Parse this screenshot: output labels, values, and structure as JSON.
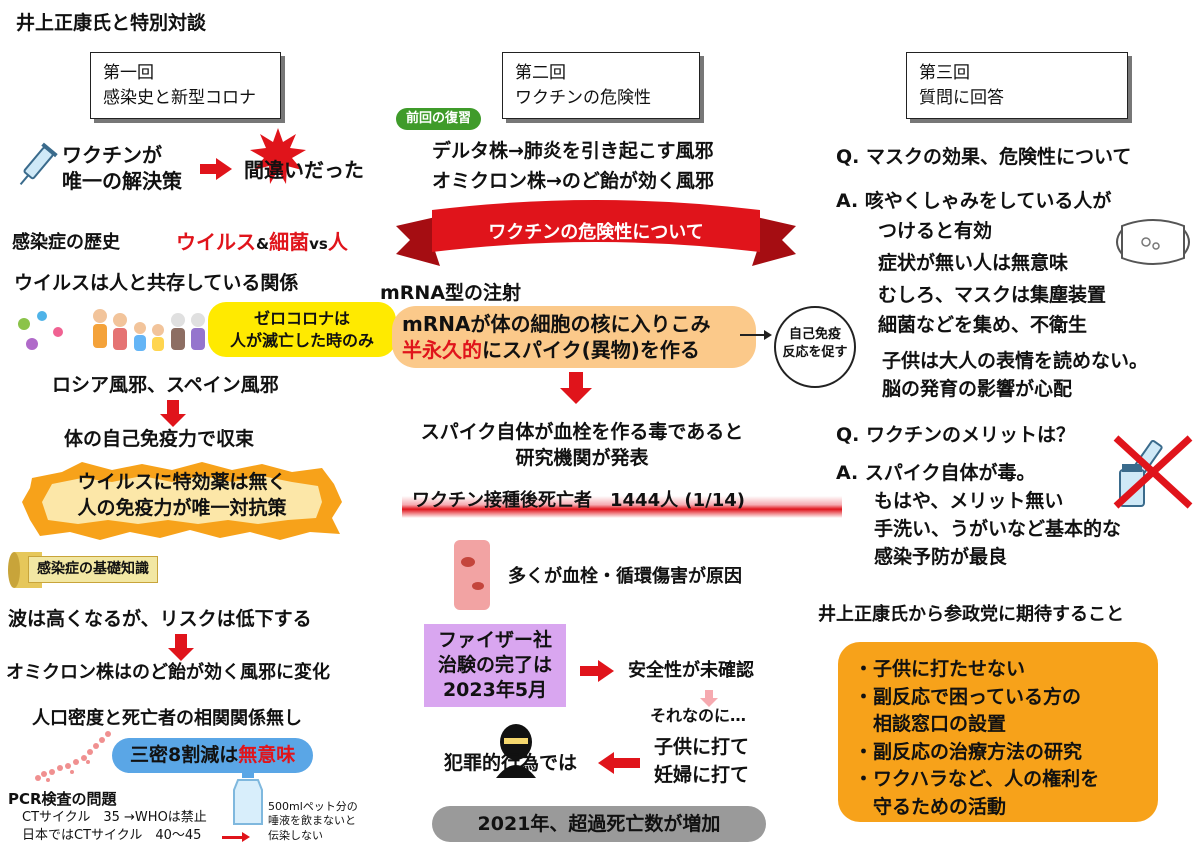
{
  "title": "井上正康氏と特別対談",
  "col1": {
    "header_l1": "第一回",
    "header_l2": "感染史と新型コロナ",
    "vaccine_l1": "ワクチンが",
    "vaccine_l2": "唯一の解決策",
    "mistake": "間違いだった",
    "history_label": "感染症の歴史",
    "history_virus": "ウイルス",
    "history_amp": "&",
    "history_bacteria": "細菌",
    "history_vs": "vs",
    "history_human": "人",
    "coexist": "ウイルスは人と共存している関係",
    "zerocovid_l1": "ゼロコロナは",
    "zerocovid_l2": "人が滅亡した時のみ",
    "flu": "ロシア風邪、スペイン風邪",
    "immunity": "体の自己免疫力で収束",
    "nodrug_l1": "ウイルスに特効薬は無く",
    "nodrug_l2": "人の免疫力が唯一対抗策",
    "basics": "感染症の基礎知識",
    "wave": "波は高くなるが、リスクは低下する",
    "omicron": "オミクロン株はのど飴が効く風邪に変化",
    "density": "人口密度と死亡者の相関関係無し",
    "sanmitsu_a": "三密8割減は",
    "sanmitsu_b": "無意味",
    "pcr_title": "PCR検査の問題",
    "pcr_l1": "CTサイクル　35 →WHOは禁止",
    "pcr_l2": "日本ではCTサイクル　40〜45",
    "bottle_l1": "500mlペット分の",
    "bottle_l2": "唾液を飲まないと",
    "bottle_l3": "伝染しない"
  },
  "col2": {
    "header_l1": "第二回",
    "header_l2": "ワクチンの危険性",
    "review": "前回の復習",
    "delta": "デルタ株→肺炎を引き起こす風邪",
    "omicron": "オミクロン株→のど飴が効く風邪",
    "ribbon": "ワクチンの危険性について",
    "mrna_title": "mRNA型の注射",
    "mrna_l1": "mRNAが体の細胞の核に入りこみ",
    "mrna_l2a": "半永久的",
    "mrna_l2b": "にスパイク(異物)を作る",
    "autoimmune_l1": "自己免疫",
    "autoimmune_l2": "反応を促す",
    "spike_l1": "スパイク自体が血栓を作る毒であると",
    "spike_l2": "研究機関が発表",
    "deaths": "ワクチン接種後死亡者　1444人 (1/14)",
    "cause": "多くが血栓・循環傷害が原因",
    "pfizer_l1": "ファイザー社",
    "pfizer_l2": "治験の完了は",
    "pfizer_l3": "2023年5月",
    "unconfirmed": "安全性が未確認",
    "nevertheless": "それなのに…",
    "child": "子供に打て",
    "pregnant": "妊婦に打て",
    "crime": "犯罪的行為では",
    "excess": "2021年、超過死亡数が増加"
  },
  "col3": {
    "header_l1": "第三回",
    "header_l2": "質問に回答",
    "q1": "Q.  マスクの効果、危険性について",
    "a1_l1": "A.  咳やくしゃみをしている人が",
    "a1_l2": "つけると有効",
    "a1_l3": "症状が無い人は無意味",
    "a1_l4": "むしろ、マスクは集塵装置",
    "a1_l5": "細菌などを集め、不衛生",
    "a1_l6": "子供は大人の表情を読めない。",
    "a1_l7": "脳の発育の影響が心配",
    "q2": "Q.  ワクチンのメリットは？",
    "a2_l1": "A.  スパイク自体が毒。",
    "a2_l2": "もはや、メリット無い",
    "a2_l3": "手洗い、うがいなど基本的な",
    "a2_l4": "感染予防が最良",
    "expect_title": "井上正康氏から参政党に期待すること",
    "expect_items": [
      "・子供に打たせない",
      "・副反応で困っている方の",
      "　相談窓口の設置",
      "・副反応の治療方法の研究",
      "・ワクハラなど、人の権利を",
      "　守るための活動"
    ]
  },
  "colors": {
    "accent_red": "#e0141b",
    "yellow": "#ffea00",
    "peach": "#fbc98a",
    "purple": "#d9a6f0",
    "orange": "#f7a21a",
    "blue_pill": "#5aa6e6",
    "green": "#3f9b2a",
    "gray": "#9a9a9a"
  }
}
